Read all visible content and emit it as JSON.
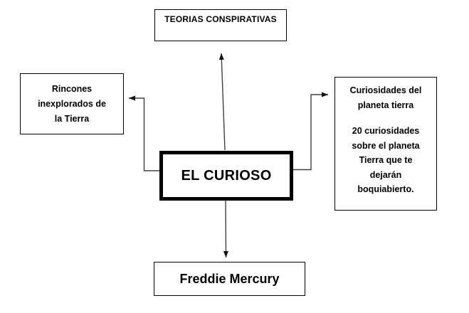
{
  "colors": {
    "background": "#ffffff",
    "ink": "#000000",
    "connector": "#404040"
  },
  "nodes": {
    "center": {
      "label": "EL CURIOSO"
    },
    "top": {
      "label": "TEORIAS CONSPIRATIVAS"
    },
    "left": {
      "label": "Rincones\ninexplorados de\nla Tierra"
    },
    "right": {
      "title": "Curiosidades del\nplaneta tierra",
      "body": "20 curiosidades\nsobre el planeta\nTierra que te\ndejarán\nboquiabierto."
    },
    "bottom": {
      "label": "Freddie Mercury"
    }
  }
}
